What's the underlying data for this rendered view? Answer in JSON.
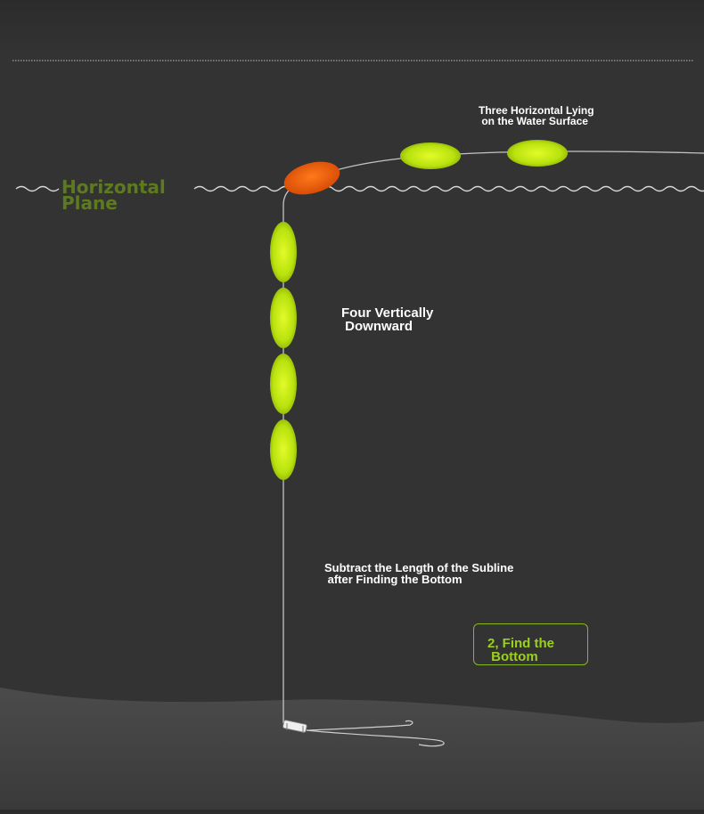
{
  "labels": {
    "horizontal_plane": "Horizontal\nPlane",
    "three_horizontal": "Three Horizontal Lying\n on the Water Surface",
    "four_vertical": "Four Vertically\n Downward",
    "subtract": "Subtract the Length of the Subline\n after Finding the Bottom",
    "step": "2, Find the\n Bottom"
  },
  "colors": {
    "background": "#333333",
    "bottom": "#4a4a4a",
    "float_green": "#c8ef12",
    "float_orange": "#f06010",
    "accent_green": "#86b81b",
    "line": "#bdbdbd"
  }
}
